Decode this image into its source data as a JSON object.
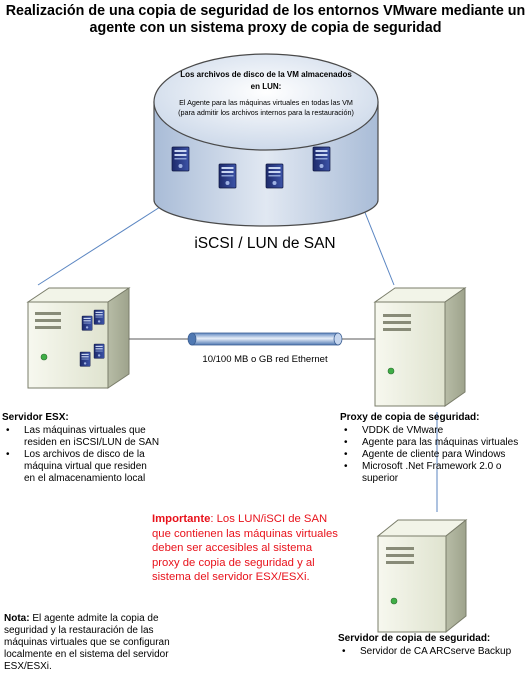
{
  "title": "Realización de una copia de seguridad de los entornos VMware mediante un agente con un sistema proxy de copia de seguridad",
  "storage": {
    "title": "Los archivos de disco de la VM almacenados en LUN:",
    "subtitle": "El Agente para las máquinas virtuales en todas las VM (para admitir los archivos internos para la restauración)"
  },
  "san_label": "iSCSI / LUN de SAN",
  "network_label": "10/100 MB o GB red Ethernet",
  "esx": {
    "title": "Servidor ESX:",
    "items": [
      "Las máquinas virtuales que residen en iSCSI/LUN de SAN",
      "Los archivos de disco de la máquina virtual que residen en el almacenamiento local"
    ]
  },
  "proxy": {
    "title": "Proxy de copia de seguridad:",
    "items": [
      "VDDK de VMware",
      "Agente para las máquinas virtuales",
      "Agente de cliente para Windows",
      "Microsoft .Net Framework 2.0 o superior"
    ]
  },
  "backup_server": {
    "title": "Servidor de copia de seguridad:",
    "items": [
      "Servidor de CA ARCserve Backup"
    ]
  },
  "important": {
    "label": "Importante",
    "text": ": Los LUN/iSCI de SAN que contienen las máquinas virtuales deben ser accesibles al sistema proxy de copia de seguridad y al sistema del servidor ESX/ESXi."
  },
  "note": {
    "label": "Nota:",
    "text": " El agente admite la copia de seguridad y la restauración de las máquinas virtuales que se configuran localmente en el sistema del servidor ESX/ESXi."
  },
  "colors": {
    "arrow": "#5b86c2",
    "important": "#e8121b",
    "storage_fill": "#c9d5e6",
    "server_body": "#e9ecdb"
  }
}
